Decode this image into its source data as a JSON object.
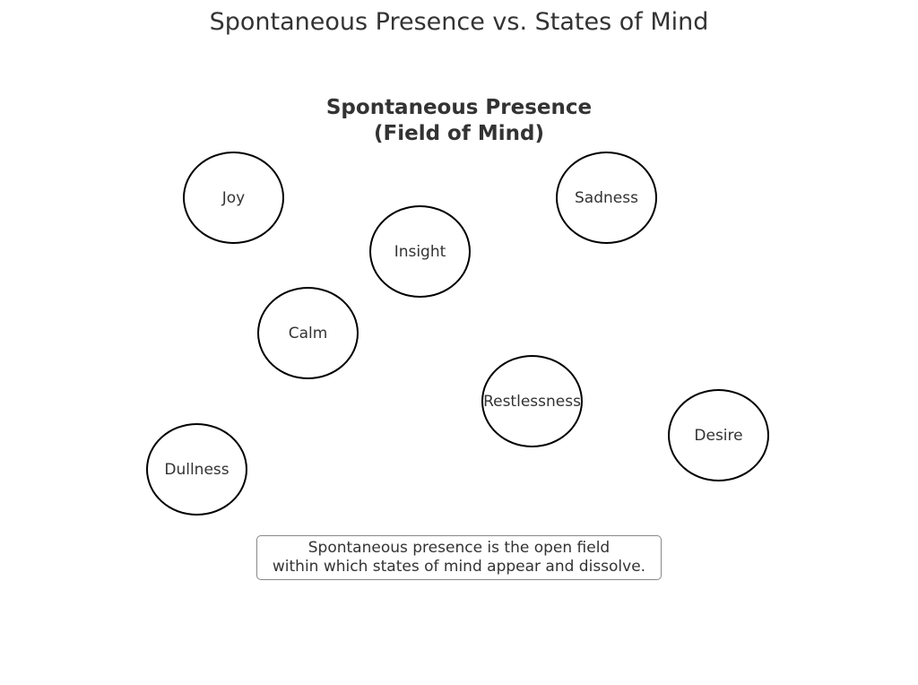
{
  "title": "Spontaneous Presence vs. States of Mind",
  "field": {
    "title": "Spontaneous Presence\n(Field of Mind)"
  },
  "states": {
    "joy": "Joy",
    "sadness": "Sadness",
    "insight": "Insight",
    "calm": "Calm",
    "restlessness": "Restlessness",
    "desire": "Desire",
    "dullness": "Dullness"
  },
  "caption": "Spontaneous presence is the open field\nwithin which states of mind appear and dissolve."
}
